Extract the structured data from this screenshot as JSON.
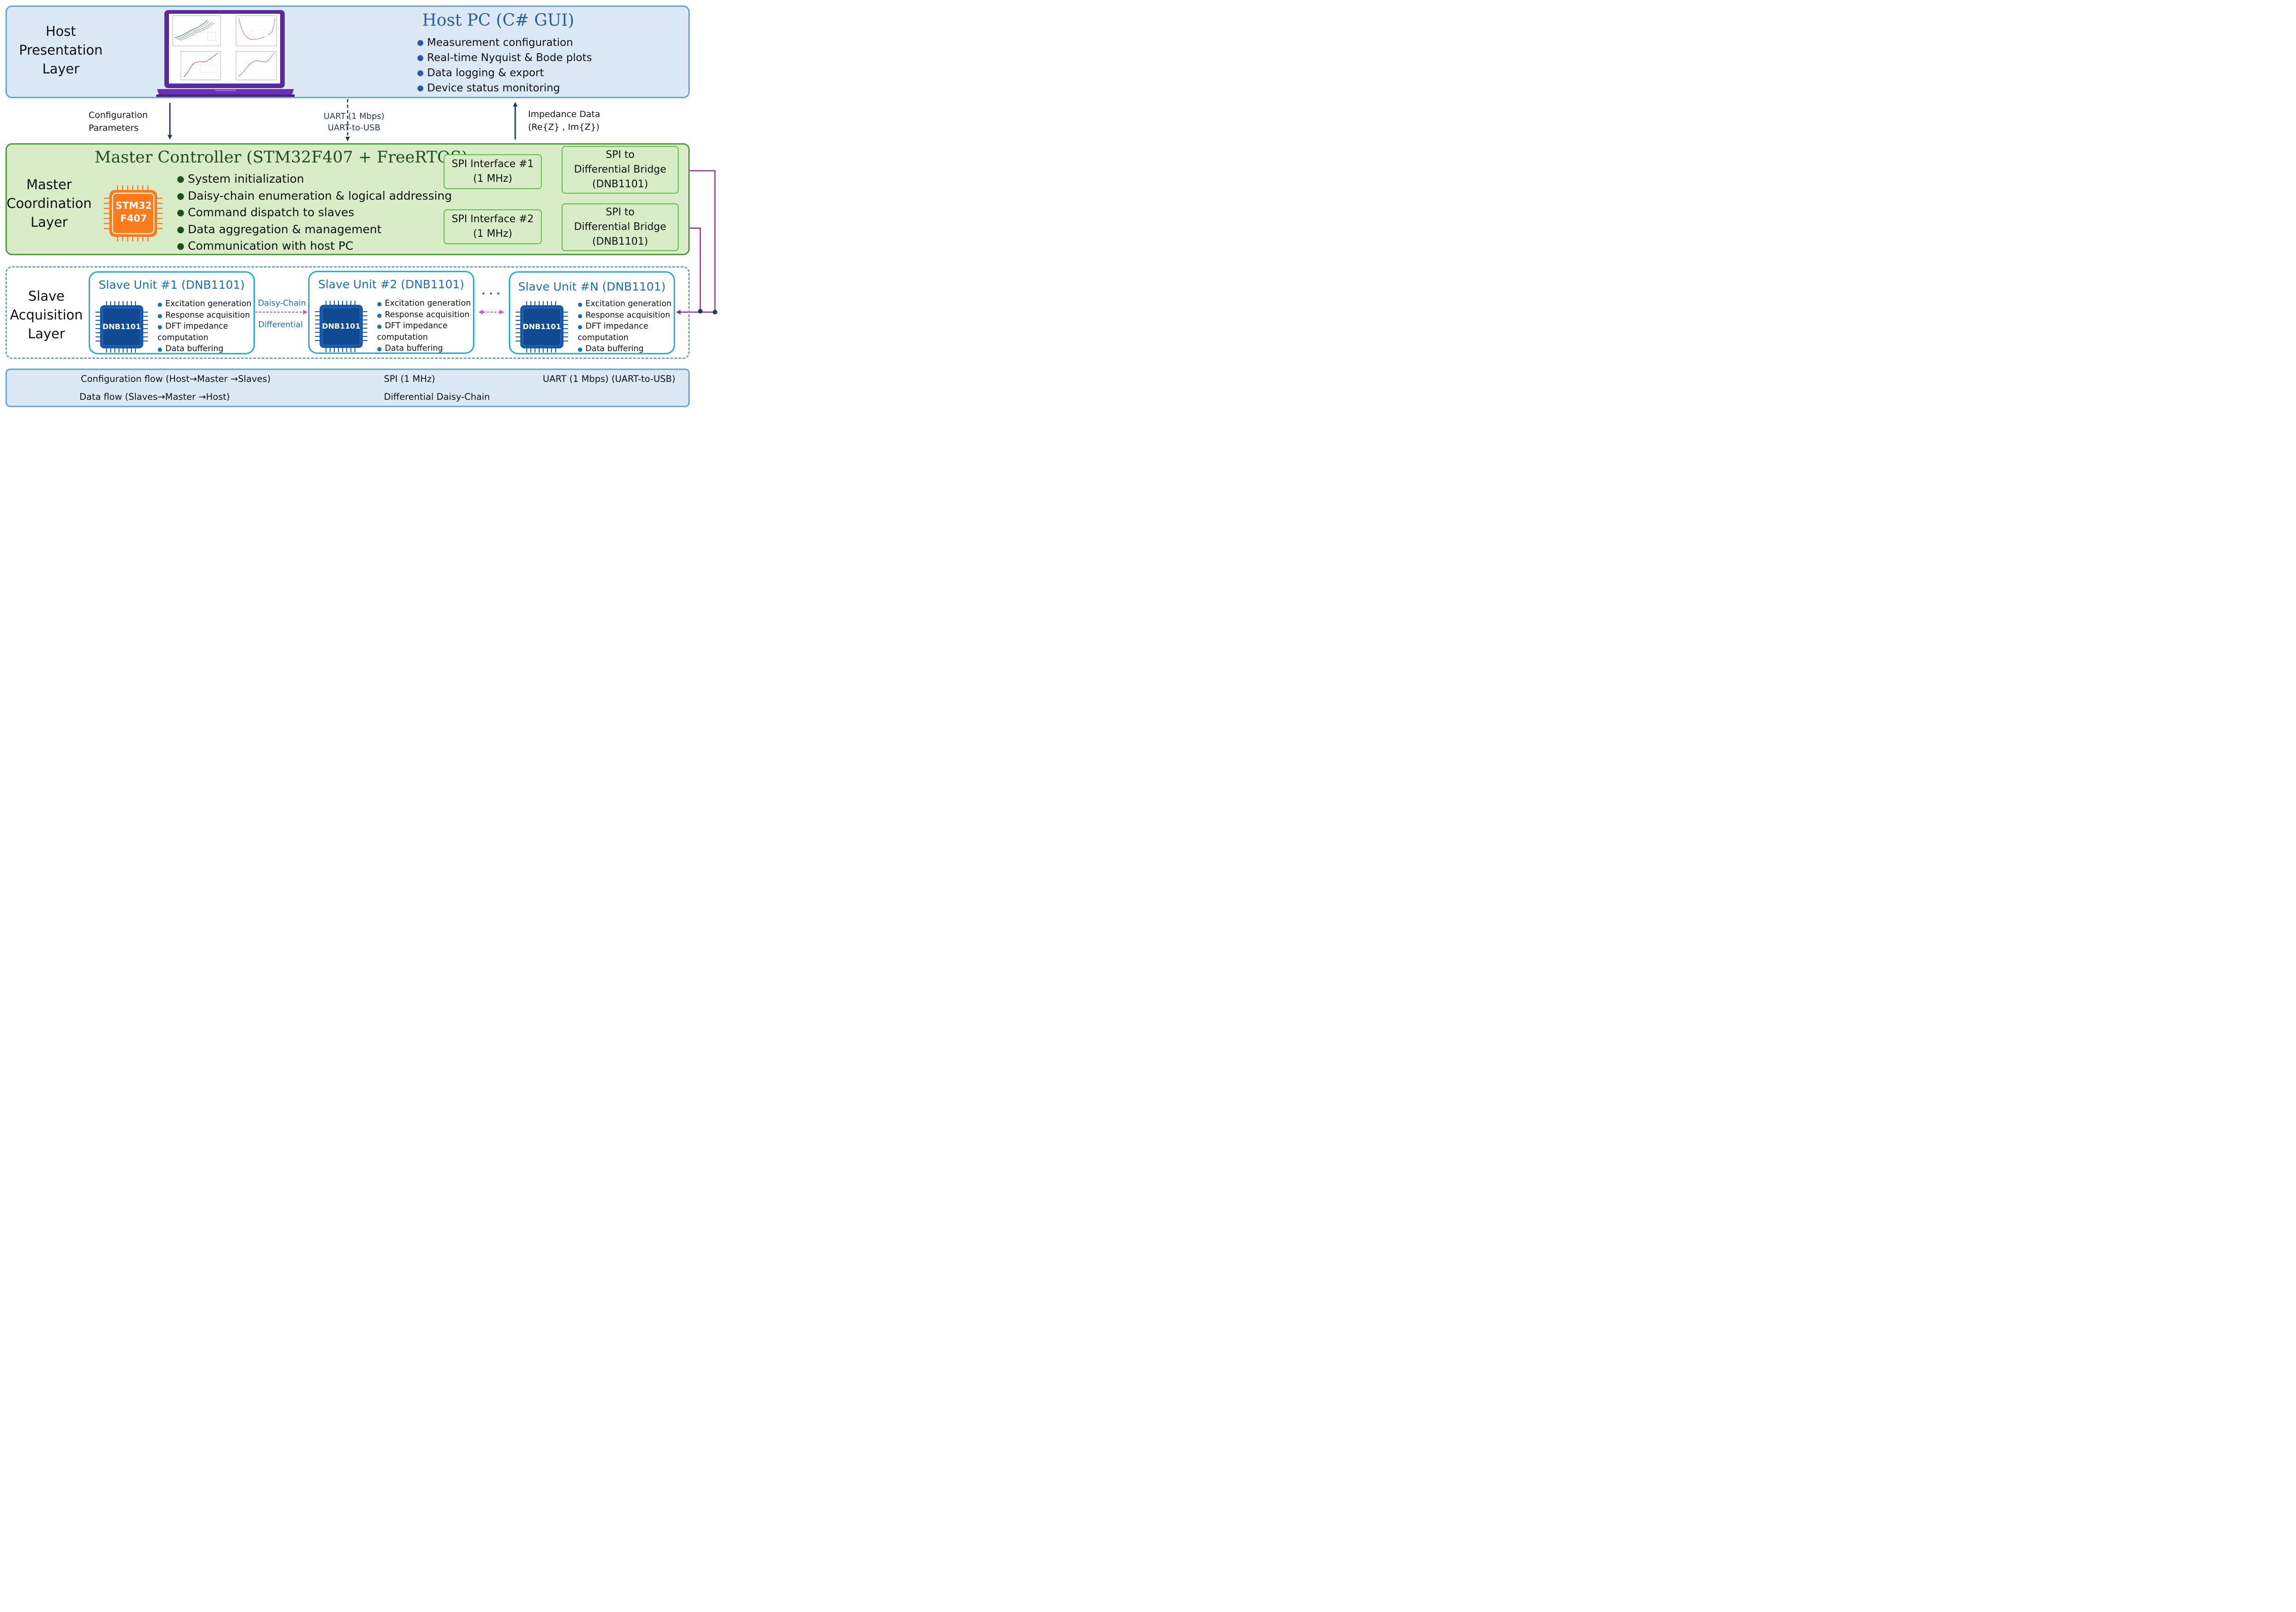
{
  "host_layer": {
    "label_lines": [
      "Host",
      "Presentation",
      "Layer"
    ],
    "title": "Host PC (C# GUI)",
    "bullets": [
      "Measurement configuration",
      "Real-time Nyquist & Bode plots",
      "Data logging & export",
      "Device status monitoring"
    ]
  },
  "flows": {
    "config_lines": [
      "Configuration",
      "Parameters"
    ],
    "uart_lines": [
      "UART (1 Mbps)",
      "UART-to-USB"
    ],
    "impedance_lines": [
      "Impedance Data",
      "(Re{Z} , Im{Z})"
    ]
  },
  "master_layer": {
    "label_lines": [
      "Master",
      "Coordination",
      "Layer"
    ],
    "title": "Master Controller (STM32F407 + FreeRTOS)",
    "chip_lines": [
      "STM32",
      "F407"
    ],
    "bullets": [
      "System initialization",
      "Daisy-chain enumeration & logical addressing",
      "Command dispatch to slaves",
      "Data aggregation & management",
      "Communication with host PC"
    ],
    "spi_interfaces": [
      {
        "lines": [
          "SPI Interface #1",
          "(1 MHz)"
        ]
      },
      {
        "lines": [
          "SPI Interface #2",
          "(1 MHz)"
        ]
      }
    ],
    "bridges": [
      {
        "lines": [
          "SPI to",
          "Differential Bridge",
          "(DNB1101)"
        ]
      },
      {
        "lines": [
          "SPI to",
          "Differential Bridge",
          "(DNB1101)"
        ]
      }
    ]
  },
  "slave_layer": {
    "label_lines": [
      "Slave",
      "Acquisition",
      "Layer"
    ],
    "units": [
      {
        "title": "Slave Unit #1 (DNB1101)",
        "chip": "DNB1101"
      },
      {
        "title": "Slave Unit #2 (DNB1101)",
        "chip": "DNB1101"
      },
      {
        "title": "Slave Unit #N (DNB1101)",
        "chip": "DNB1101"
      }
    ],
    "unit_bullets": [
      "Excitation generation",
      "Response acquisition",
      "DFT impedance",
      "computation",
      "Data buffering"
    ],
    "link_labels": [
      "Daisy-Chain",
      "Differential"
    ],
    "ellipsis": "· · ·"
  },
  "legend": {
    "config_flow": "Configuration flow (Host→Master →Slaves)",
    "spi": "SPI (1 MHz)",
    "uart": "UART (1 Mbps) (UART-to-USB)",
    "data_flow": "Data flow (Slaves→Master →Host)",
    "daisy": "Differential Daisy-Chain"
  },
  "colors": {
    "navy": "#1c3a64",
    "spi_green": "#4caf3f",
    "daisy_purple": "#8e2a8e",
    "data_pink": "#c45ab7",
    "chip_orange": "#ff7a1a",
    "chip_blue": "#1557a8",
    "laptop_purple": "#6a2fb0"
  }
}
